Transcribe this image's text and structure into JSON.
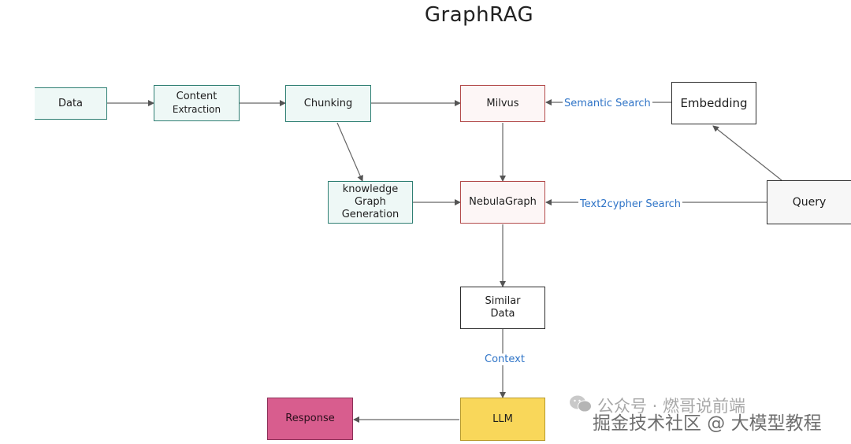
{
  "title": "GraphRAG",
  "nodes": {
    "data": "Data",
    "content_extraction": [
      "Content",
      "Extraction"
    ],
    "chunking": "Chunking",
    "milvus": "Milvus",
    "embedding": "Embedding",
    "kg_generation": [
      "knowledge",
      "Graph",
      "Generation"
    ],
    "nebula_graph": "NebulaGraph",
    "query": "Query",
    "similar_data": [
      "Similar",
      "Data"
    ],
    "llm": "LLM",
    "response": "Response"
  },
  "edge_labels": {
    "semantic_search": "Semantic Search",
    "text2cypher_search": "Text2cypher Search",
    "context": "Context"
  },
  "watermark": {
    "line1": "公众号 · 燃哥说前端",
    "line2": "掘金技术社区 @ 大模型教程"
  },
  "colors": {
    "teal_border": "#2f7f73",
    "red_border": "#b34b4b",
    "label_blue": "#2f74c7",
    "response_pink": "#d85d8e",
    "llm_yellow": "#f9d75a"
  }
}
